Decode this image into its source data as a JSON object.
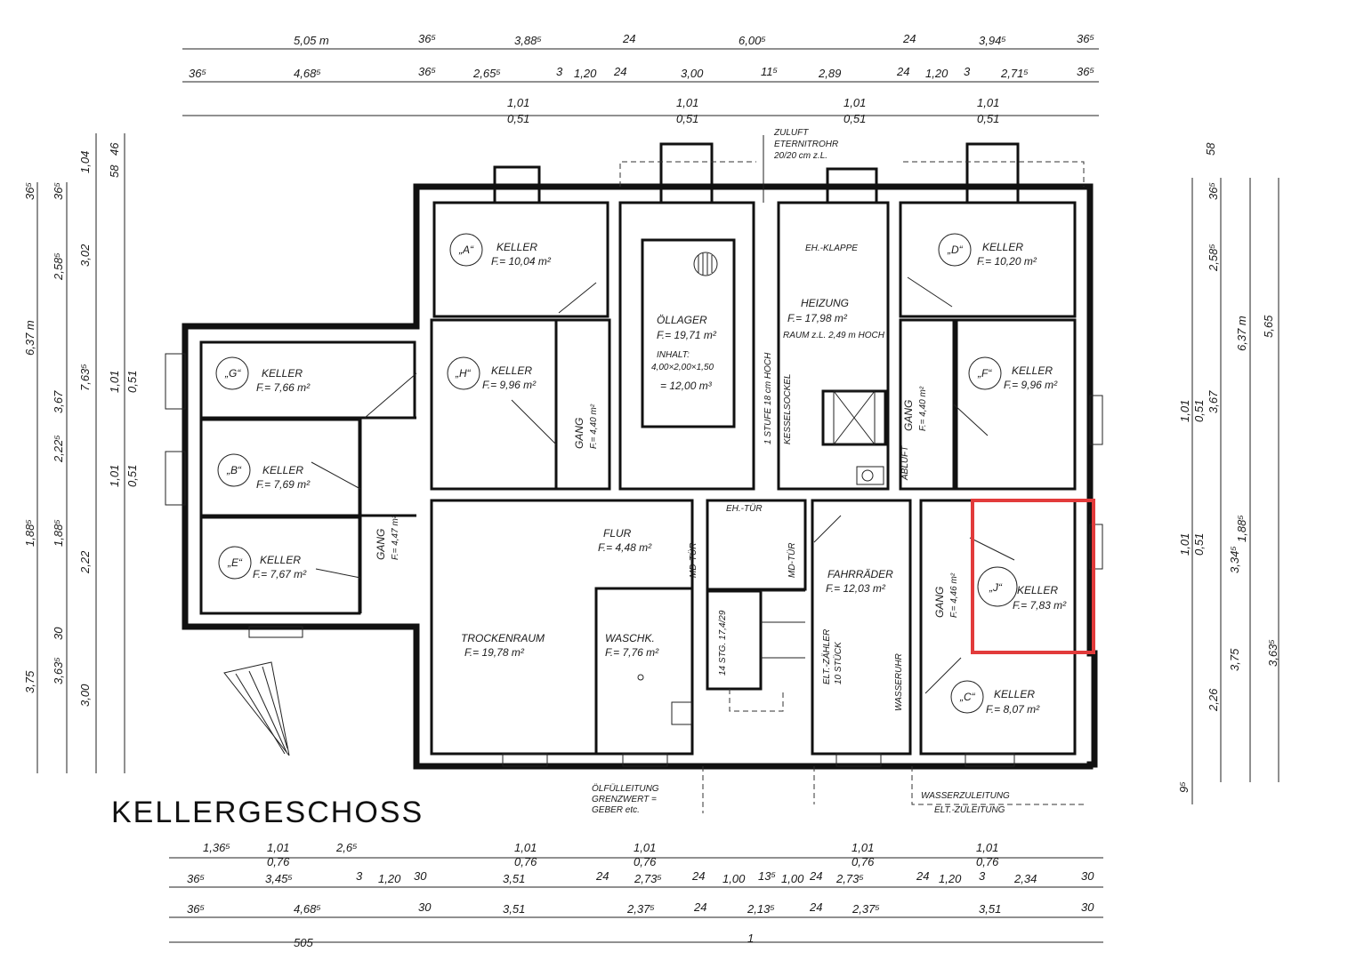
{
  "title": "KELLERGESCHOSS",
  "rooms": {
    "a": {
      "id": "„A“",
      "name": "KELLER",
      "area": "F.= 10,04 m²"
    },
    "d": {
      "id": "„D“",
      "name": "KELLER",
      "area": "F.= 10,20 m²"
    },
    "g": {
      "id": "„G“",
      "name": "KELLER",
      "area": "F.= 7,66 m²"
    },
    "h": {
      "id": "„H“",
      "name": "KELLER",
      "area": "F.= 9,96 m²"
    },
    "f": {
      "id": "„F“",
      "name": "KELLER",
      "area": "F.= 9,96 m²"
    },
    "b": {
      "id": "„B“",
      "name": "KELLER",
      "area": "F.= 7,69 m²"
    },
    "e": {
      "id": "„E“",
      "name": "KELLER",
      "area": "F.= 7,67 m²"
    },
    "j": {
      "id": "„J“",
      "name": "KELLER",
      "area": "F.= 7,83 m²"
    },
    "c": {
      "id": "„C“",
      "name": "KELLER",
      "area": "F.= 8,07 m²"
    },
    "oillager": {
      "name": "ÖLLAGER",
      "area": "F.= 19,71 m²",
      "content_label": "INHALT:",
      "content_dims": "4,00×2,00×1,50",
      "content_volume": "= 12,00 m³"
    },
    "heizung": {
      "name": "HEIZUNG",
      "area": "F.= 17,98 m²",
      "note": "RAUM z.L. 2,49 m HOCH",
      "kessel": "KESSELSOCKEL"
    },
    "trockenraum": {
      "name": "TROCKENRAUM",
      "area": "F.= 19,78 m²"
    },
    "waschk": {
      "name": "WASCHK.",
      "area": "F.= 7,76 m²"
    },
    "flur": {
      "name": "FLUR",
      "area": "F.= 4,48 m²"
    },
    "fahrraeder": {
      "name": "FAHRRÄDER",
      "area": "F.= 12,03 m²"
    },
    "gang1": {
      "name": "GANG",
      "area": "F.= 4,40 m²"
    },
    "gang2": {
      "name": "GANG",
      "area": "F.= 4,40 m²"
    },
    "gang3": {
      "name": "GANG",
      "area": "F.= 4,47 m²"
    },
    "gang4": {
      "name": "GANG",
      "area": "F.= 4,46 m²"
    }
  },
  "annotations": {
    "zuluft1": "ZULUFT",
    "zuluft2": "ETERNITROHR",
    "zuluft3": "20/20 cm z.L.",
    "eh_klappe": "EH.-KLAPPE",
    "stufe": "1 STUFE 18 cm HOCH",
    "eh_tuer": "EH.-TÜR",
    "abluft": "ABLUFT",
    "elt_zaehler1": "ELT.-ZÄHLER",
    "elt_zaehler2": "10 STÜCK",
    "wasseruhr": "WASSERUHR",
    "wasserzuleitung": "WASSERZULEITUNG",
    "elt_zuleitung": "ELT.-ZULEITUNG",
    "oel1": "ÖLFÜLLEITUNG",
    "oel2": "GRENZWERT =",
    "oel3": "GEBER etc.",
    "stg": "14 STG. 17,4/29",
    "md_tuer": "MD-TÜR"
  },
  "dims_top1": [
    "5,05 m",
    "36⁵",
    "3,88⁵",
    "24",
    "6,00⁵",
    "24",
    "3,94⁵",
    "36⁵"
  ],
  "dims_top2": [
    "36⁵",
    "4,68⁵",
    "36⁵",
    "2,65⁵",
    "3",
    "1,20",
    "24",
    "3,00",
    "11⁵",
    "2,89",
    "24",
    "1,20",
    "3",
    "2,71⁵",
    "36⁵"
  ],
  "dims_top3": [
    "1,01",
    "0,51",
    "1,01",
    "0,51",
    "1,01",
    "0,51",
    "1,01",
    "0,51"
  ],
  "dims_bottom1": [
    "1,36⁵",
    "1,01",
    "0,76",
    "2,6⁵",
    "1,01",
    "0,76",
    "1,01",
    "0,76",
    "1,01",
    "0,76",
    "1,01",
    "0,76"
  ],
  "dims_bottom2": [
    "36⁵",
    "3,45⁵",
    "3",
    "1,20",
    "30",
    "3,51",
    "24",
    "2,73⁵",
    "24",
    "1,00",
    "13⁵",
    "1,00",
    "24",
    "2,73⁵",
    "24",
    "1,20",
    "3",
    "2,34",
    "30"
  ],
  "dims_bottom3": [
    "36⁵",
    "4,68⁵",
    "30",
    "3,51",
    "2,37⁵",
    "24",
    "2,13⁵",
    "24",
    "2,37⁵",
    "3,51",
    "30"
  ],
  "dims_bottom4": [
    "505",
    "1"
  ],
  "dims_left": [
    "6,37 m",
    "3,75",
    "36⁵",
    "2,58⁵",
    "3,67",
    "1,88⁵",
    "3,63⁵",
    "3,02",
    "2,22",
    "3,00",
    "36⁵",
    "7,63⁵",
    "2,22⁵",
    "1,88⁵",
    "30",
    "1,04",
    "58",
    "46",
    "1,01",
    "0,51",
    "1,01",
    "0,51"
  ],
  "dims_right": [
    "6,37 m",
    "5,65",
    "3,34⁵",
    "3,75",
    "3,63⁵",
    "2,58⁵",
    "3,67",
    "1,88⁵",
    "2,26",
    "36⁵",
    "58",
    "1,01",
    "0,51",
    "1,01",
    "0,51",
    "9⁵"
  ],
  "colors": {
    "highlight": "#e23b3b",
    "ink": "#111111"
  }
}
